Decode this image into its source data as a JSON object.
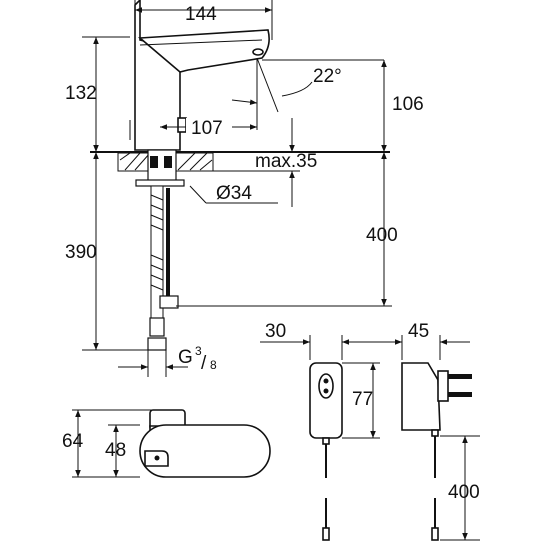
{
  "dimensions": {
    "width_top": "144",
    "height_spout": "132",
    "angle": "22°",
    "height_outlet": "106",
    "reach": "107",
    "max_thickness": "max.35",
    "hole_diameter": "Ø34",
    "hose_length_top": "400",
    "hose_height": "390",
    "thread_letter": "G",
    "thread_num": "3",
    "thread_den": "8",
    "plan_depth": "64",
    "plan_body": "48",
    "box_width": "30",
    "box_height": "77",
    "adapter_width": "45",
    "cable_length": "400"
  },
  "colors": {
    "line": "#111111",
    "background": "#ffffff"
  }
}
